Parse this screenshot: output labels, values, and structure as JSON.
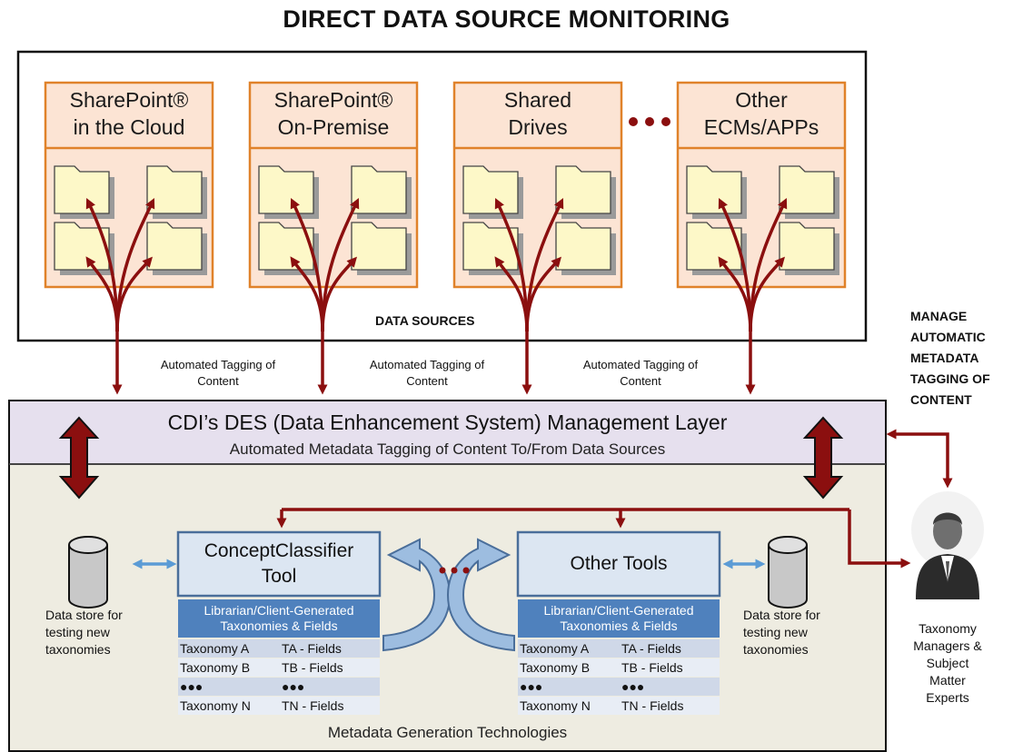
{
  "title": "DIRECT DATA SOURCE MONITORING",
  "data_sources_label": "DATA SOURCES",
  "sources": [
    {
      "line1": "SharePoint®",
      "line2": "in the Cloud"
    },
    {
      "line1": "SharePoint®",
      "line2": "On-Premise"
    },
    {
      "line1": "Shared",
      "line2": "Drives"
    },
    {
      "line1": "Other",
      "line2": "ECMs/APPs"
    }
  ],
  "tagging_label": {
    "line1": "Automated Tagging of",
    "line2": "Content"
  },
  "manage_label": [
    "MANAGE",
    "AUTOMATIC",
    "METADATA",
    "TAGGING OF",
    "CONTENT"
  ],
  "management_layer": {
    "title": "CDI’s DES (Data Enhancement System) Management Layer",
    "subtitle": "Automated Metadata Tagging of Content To/From Data Sources"
  },
  "tools": [
    {
      "line1": "ConceptClassifier",
      "line2": "Tool"
    },
    {
      "line1": "Other Tools",
      "line2": ""
    }
  ],
  "taxonomy_header": {
    "line1": "Librarian/Client-Generated",
    "line2": "Taxonomies & Fields"
  },
  "taxonomy_rows": [
    {
      "name": "Taxonomy A",
      "fields": "TA - Fields"
    },
    {
      "name": "Taxonomy B",
      "fields": "TB - Fields"
    },
    {
      "name": "●●●",
      "fields": "●●●"
    },
    {
      "name": "Taxonomy N",
      "fields": "TN - Fields"
    }
  ],
  "data_store_label": [
    "Data store for",
    "testing new",
    "taxonomies"
  ],
  "experts_label": [
    "Taxonomy",
    "Managers &",
    "Subject",
    "Matter",
    "Experts"
  ],
  "metadata_generation": "Metadata Generation Technologies",
  "colors": {
    "orange_fill": "#fce4d4",
    "orange_border": "#e0822a",
    "arrow_red": "#8b0f0f",
    "mgmt_fill": "#e6e0ee",
    "lower_fill": "#eeece1",
    "tool_fill": "#dce6f2",
    "tool_border": "#4a6e9a",
    "tax_header": "#4f81bd",
    "blue_arrow": "#5b9bd5"
  }
}
